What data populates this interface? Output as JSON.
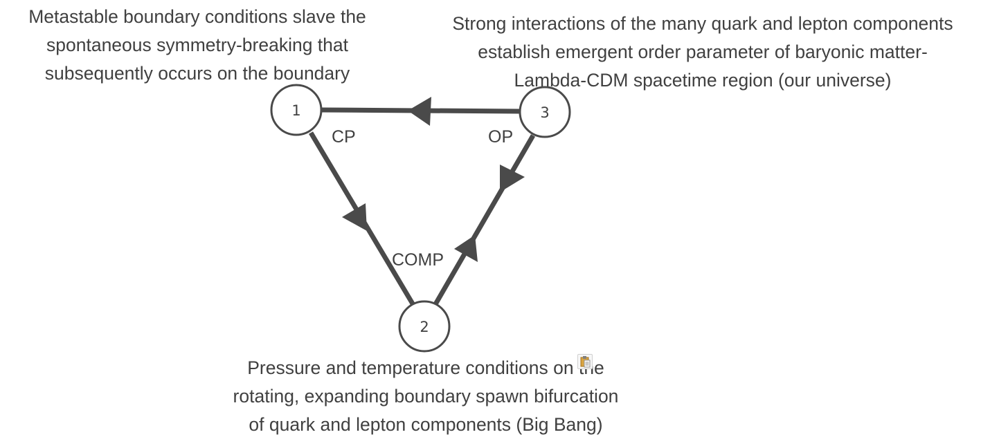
{
  "colors": {
    "stroke": "#4a4a4a",
    "text": "#404040",
    "background": "#ffffff"
  },
  "nodes": [
    {
      "id": "1",
      "label": "1"
    },
    {
      "id": "2",
      "label": "2"
    },
    {
      "id": "3",
      "label": "3"
    }
  ],
  "edges": [
    {
      "from": "3",
      "to": "1",
      "label": ""
    },
    {
      "from": "1",
      "to": "2",
      "label": "CP"
    },
    {
      "from": "2",
      "to": "3",
      "label": "COMP"
    },
    {
      "from": "3",
      "to": "2",
      "label": "OP"
    }
  ],
  "edge_labels": {
    "cp": "CP",
    "op": "OP",
    "comp": "COMP"
  },
  "captions": {
    "node1": [
      "Metastable boundary conditions slave the",
      "spontaneous symmetry-breaking that",
      "subsequently occurs on the boundary"
    ],
    "node3": [
      "Strong interactions of the many quark and lepton components",
      "establish emergent order parameter of baryonic matter-",
      "Lambda-CDM spacetime region (our universe)"
    ],
    "node2": [
      "Pressure and temperature conditions on the",
      "rotating, expanding boundary spawn bifurcation",
      "of quark and lepton components (Big Bang)"
    ]
  },
  "overlay": {
    "paste_options_icon": "clipboard-paste-icon"
  }
}
